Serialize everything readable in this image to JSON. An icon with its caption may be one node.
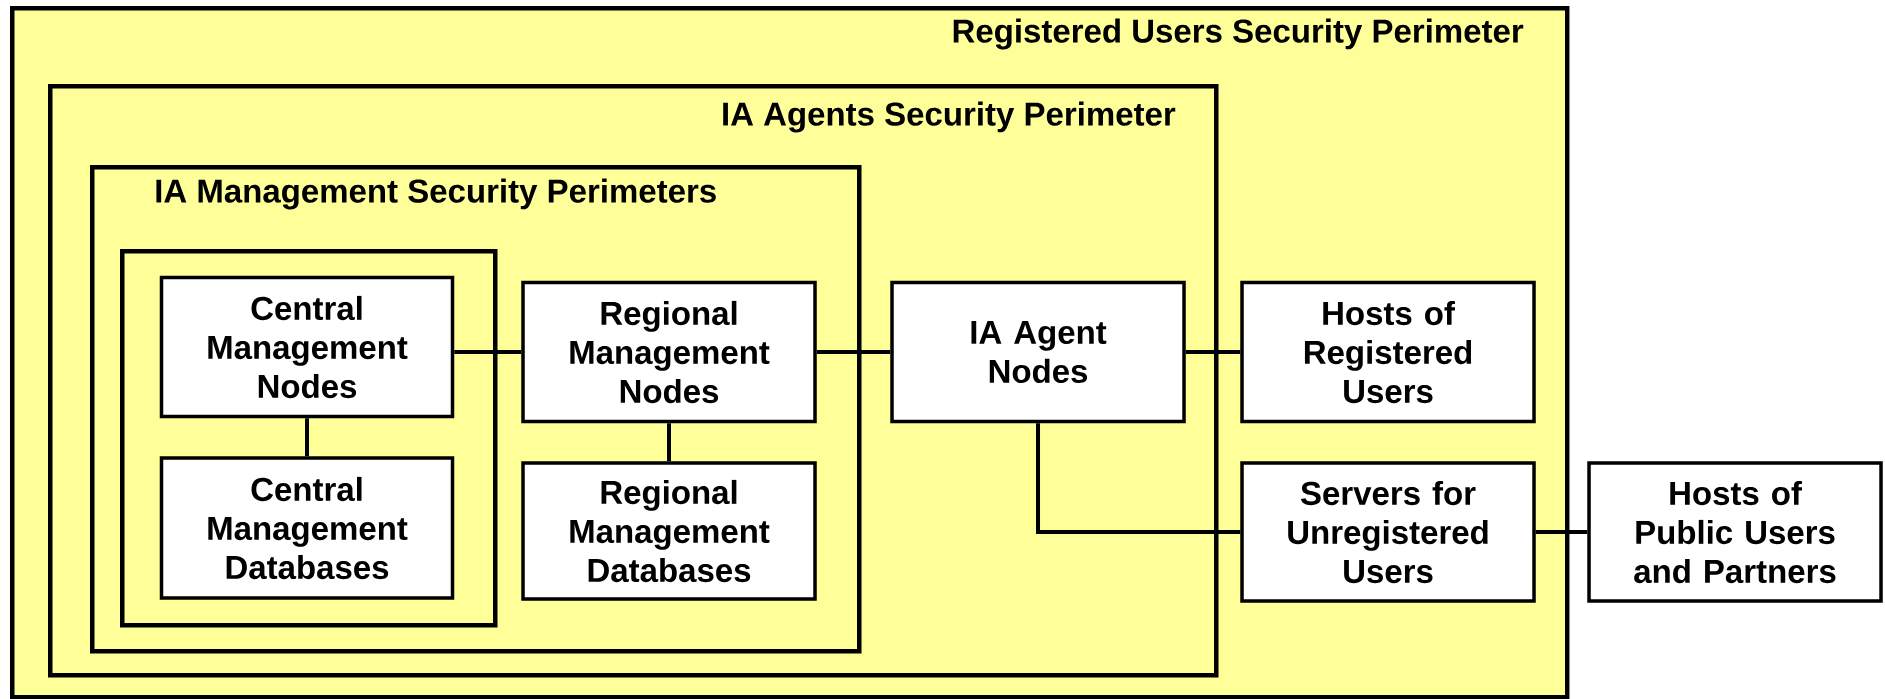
{
  "diagram": {
    "nodes": [
      {
        "text": [
          "Registered Users Security Perimeter"
        ]
      },
      {
        "text": [
          "IA Agents Security Perimeter"
        ],
        "in": 0
      },
      {
        "text": [
          "IA Management Security Perimeters"
        ],
        "in": 1
      },
      {
        "text": [],
        "shape": "box",
        "in": 2
      },
      {
        "text": [
          "Central Management Nodes"
        ],
        "in": 3
      },
      {
        "text": [
          "Regional Management Nodes"
        ],
        "in": 2
      },
      {
        "text": [
          "IA Agent Nodes"
        ],
        "in": 1
      },
      {
        "text": [
          "Hosts of Registered Users"
        ],
        "in": 0
      },
      {
        "text": [
          "Central Management Databases"
        ],
        "in": 3
      },
      {
        "text": [
          "Regional Management Databases"
        ],
        "in": 2
      },
      {
        "text": [
          "Servers for Unregistered Users"
        ],
        "in": 0
      },
      {
        "text": [
          "Hosts of Public Users and Partners"
        ]
      }
    ],
    "edges": [
      {
        "from": 4,
        "to": 5,
        "arrow": "none"
      },
      {
        "from": 4,
        "to": 8,
        "arrow": "none"
      },
      {
        "from": 5,
        "to": 9,
        "arrow": "none"
      },
      {
        "from": 5,
        "to": 6,
        "arrow": "none"
      },
      {
        "from": 6,
        "to": 7,
        "arrow": "none"
      },
      {
        "from": 6,
        "to": 10,
        "arrow": "none"
      },
      {
        "from": 10,
        "to": 11,
        "arrow": "none"
      }
    ]
  }
}
